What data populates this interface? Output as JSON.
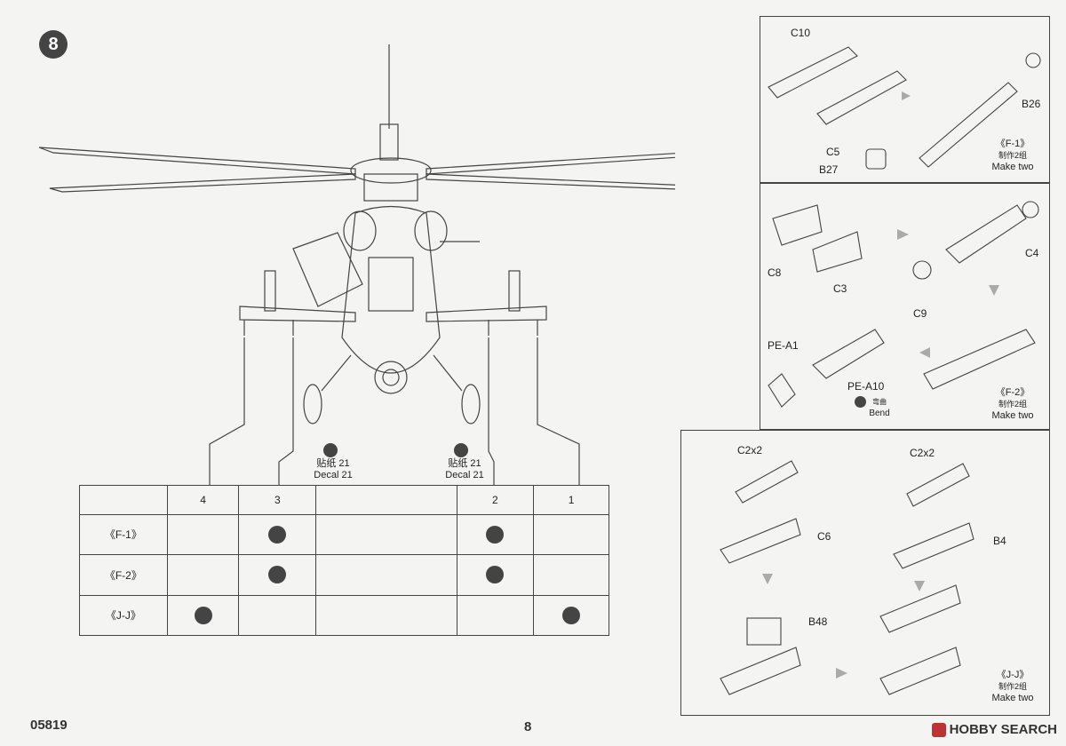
{
  "step": "8",
  "panel_f1": {
    "c10": "C10",
    "c5": "C5",
    "b27": "B27",
    "b26": "B26",
    "title": "《F-1》",
    "zh": "制作2组",
    "en": "Make two"
  },
  "panel_f2": {
    "c8": "C8",
    "c3": "C3",
    "c9": "C9",
    "c4": "C4",
    "pea1": "PE-A1",
    "pea10": "PE-A10",
    "bend_zh": "弯曲",
    "bend_en": "Bend",
    "title": "《F-2》",
    "zh": "制作2组",
    "en": "Make two"
  },
  "panel_jj": {
    "c2x2_left": "C2x2",
    "c2x2_right": "C2x2",
    "c6": "C6",
    "b4": "B4",
    "b48": "B48",
    "title": "《J-J》",
    "zh": "制作2组",
    "en": "Make two"
  },
  "decals": [
    {
      "zh": "贴纸 21",
      "en": "Decal 21"
    },
    {
      "zh": "贴纸 21",
      "en": "Decal 21"
    }
  ],
  "table": {
    "headers": [
      "4",
      "3",
      "2",
      "1"
    ],
    "rows": [
      {
        "label": "《F-1》",
        "marks": [
          false,
          true,
          true,
          false
        ]
      },
      {
        "label": "《F-2》",
        "marks": [
          false,
          true,
          true,
          false
        ]
      },
      {
        "label": "《J-J》",
        "marks": [
          true,
          false,
          false,
          true
        ]
      }
    ]
  },
  "footer": {
    "code": "05819",
    "page": "8"
  },
  "watermark": {
    "text": "HOBBY SEARCH"
  }
}
